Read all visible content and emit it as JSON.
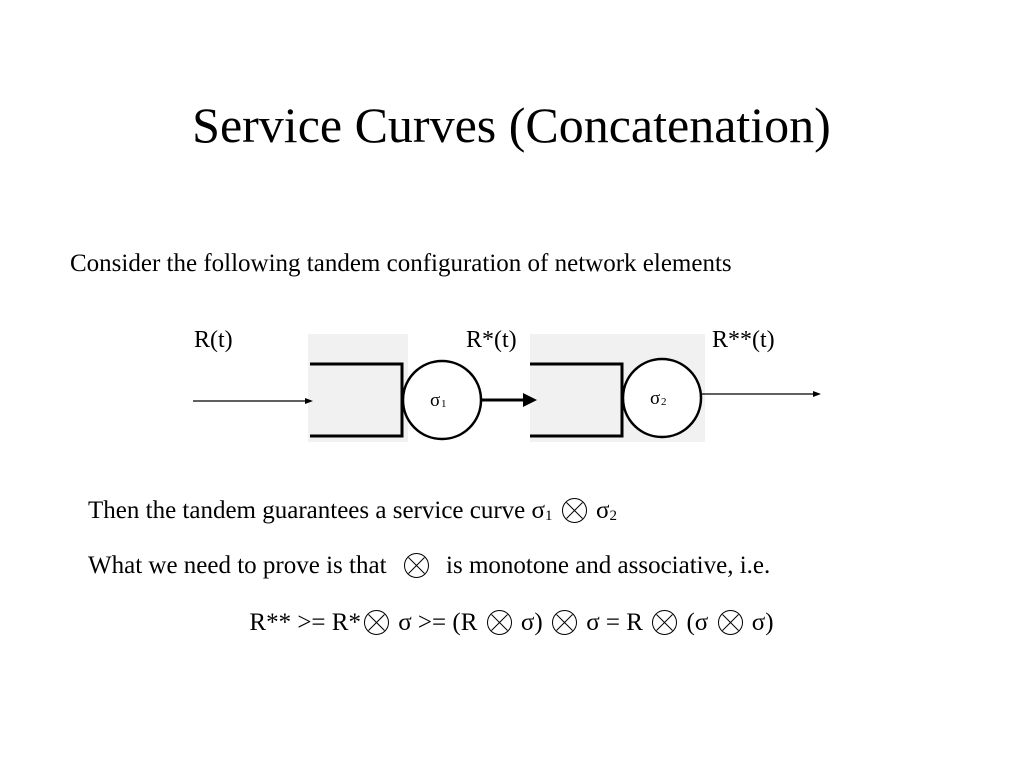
{
  "slide": {
    "title": "Service Curves (Concatenation)",
    "intro": "Consider the following tandem configuration of network elements"
  },
  "diagram": {
    "input_label": "R(t)",
    "middle_label": "R*(t)",
    "output_label": "R**(t)",
    "server1_sym": "σ",
    "server1_sub": "1",
    "server2_sym": "σ",
    "server2_sub": "2"
  },
  "text": {
    "line1_text": "Then the tandem guarantees a service curve ",
    "line1_sym_a": "σ",
    "line1_sub_a": "1",
    "line1_sym_b": "σ",
    "line1_sub_b": "2",
    "line2_a": "What we need to prove is that ",
    "line2_b": " is monotone and associative, i.e.",
    "line3_p1": "R** >=  R*",
    "line3_p2": " σ >= (R ",
    "line3_p3": " σ) ",
    "line3_p4": "  σ = R ",
    "line3_p5": " (σ ",
    "line3_p6": "  σ)"
  },
  "icons": {
    "operator": "circled-times-icon"
  }
}
